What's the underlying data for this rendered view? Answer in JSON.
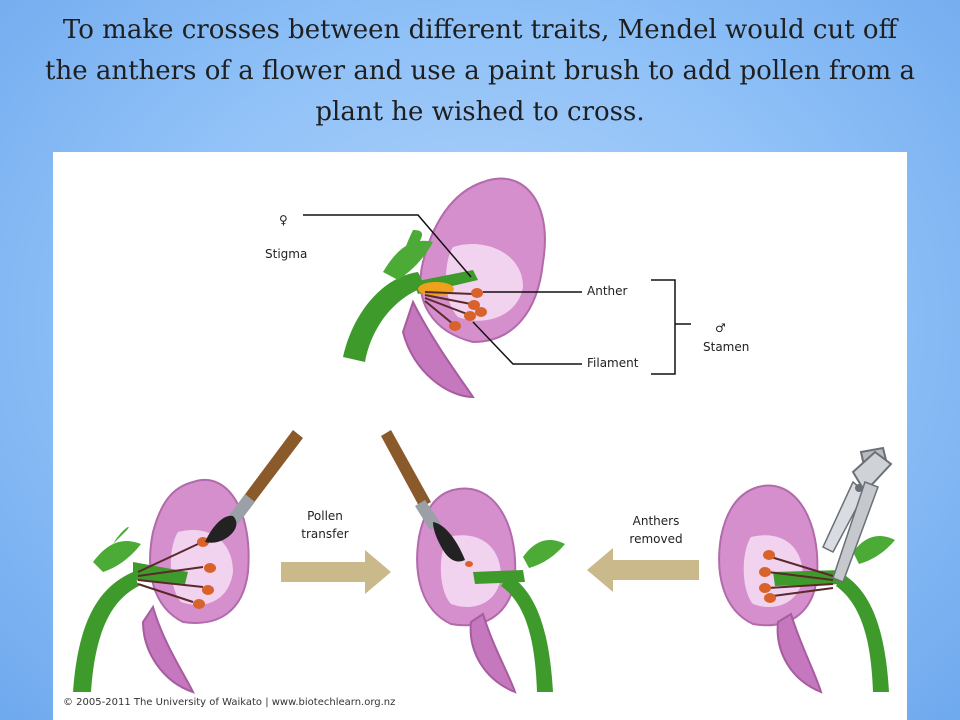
{
  "slide": {
    "title_lines": [
      "To make crosses between different traits, Mendel would cut off",
      "the anthers of a flower and use a paint brush to add pollen from a",
      "plant he wished to cross."
    ]
  },
  "diagram": {
    "symbols": {
      "female": "♀",
      "male": "♂"
    },
    "labels": {
      "stigma": "Stigma",
      "anther": "Anther",
      "filament": "Filament",
      "stamen": "Stamen",
      "pollen_transfer": [
        "Pollen",
        "transfer"
      ],
      "anthers_removed": [
        "Anthers",
        "removed"
      ]
    },
    "copyright": "© 2005-2011 The University of Waikato | www.biotechlearn.org.nz"
  },
  "colors": {
    "background": "#8ec0f7",
    "petal": "#d58fcd",
    "petal_inner": "#f2d3ef",
    "stem": "#3f9a2c",
    "anther": "#d9622b",
    "arrow": "#c9b98b",
    "brush_handle": "#8a5a2b"
  }
}
